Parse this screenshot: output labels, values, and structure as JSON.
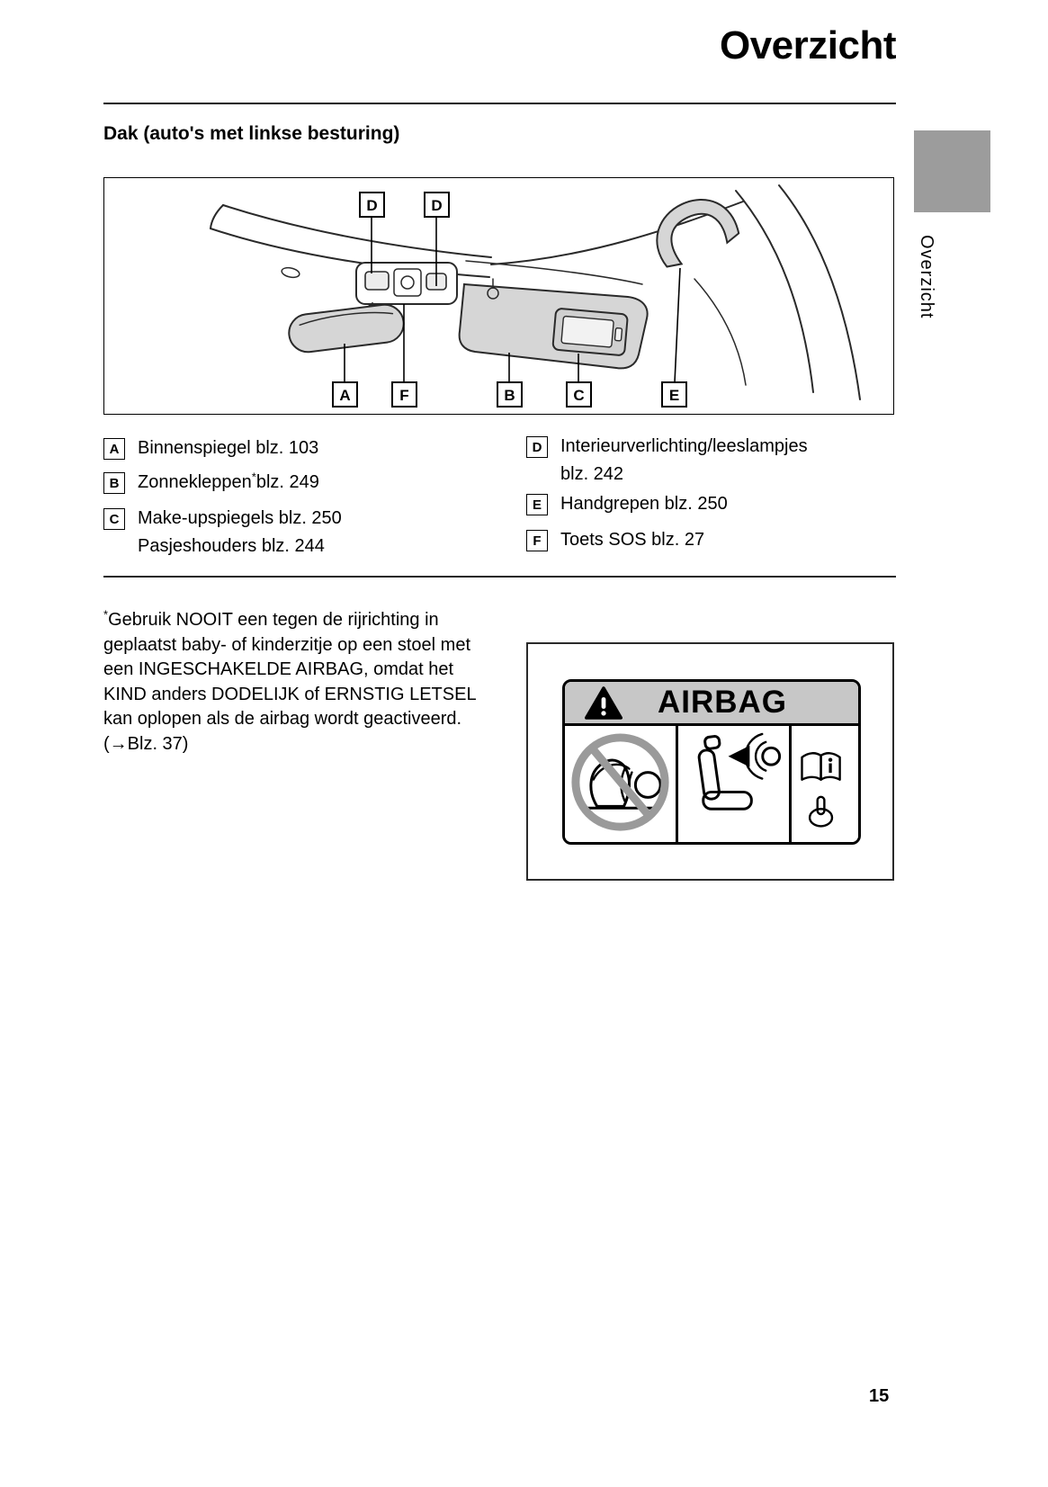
{
  "page": {
    "title": "Overzicht",
    "side_tab_label": "Overzicht",
    "section_heading": "Dak (auto's met linkse besturing)",
    "page_number": "15"
  },
  "diagram": {
    "top_labels": [
      "D",
      "D"
    ],
    "bottom_labels": [
      "A",
      "F",
      "B",
      "C",
      "E"
    ]
  },
  "legend": {
    "left": [
      {
        "key": "A",
        "line1": "Binnenspiegel blz. 103"
      },
      {
        "key": "B",
        "pre": "Zonnekleppen",
        "sup": "*",
        "post": "blz. 249"
      },
      {
        "key": "C",
        "line1": "Make-upspiegels blz. 250",
        "line2": "Pasjeshouders blz. 244"
      }
    ],
    "right": [
      {
        "key": "D",
        "line1": "Interieurverlichting/leeslampjes",
        "line2": "blz. 242"
      },
      {
        "key": "E",
        "line1": "Handgrepen blz. 250"
      },
      {
        "key": "F",
        "line1": "Toets SOS blz. 27"
      }
    ]
  },
  "footnote": {
    "marker": "*",
    "text": "Gebruik NOOIT een tegen de rijrichting in geplaatst baby- of kinderzitje op een stoel met een INGESCHAKELDE AIRBAG, omdat het KIND anders DODELIJK of ERNSTIG LETSEL kan oplopen als de airbag wordt geactiveerd. (→Blz. 37)"
  },
  "airbag_label": {
    "title": "AIRBAG"
  },
  "icons": {
    "warning_triangle": "triangle-exclamation",
    "prohibition": "no-child-seat-sign",
    "airbag_deployment": "seat-airbag-arrow",
    "read_manual": "open-book-info",
    "pointing_hand": "hand-pointing-up"
  },
  "colors": {
    "tab_gray": "#9c9c9c",
    "label_header_gray": "#c7c7c7",
    "diagram_gray": "#d6d6d6"
  }
}
